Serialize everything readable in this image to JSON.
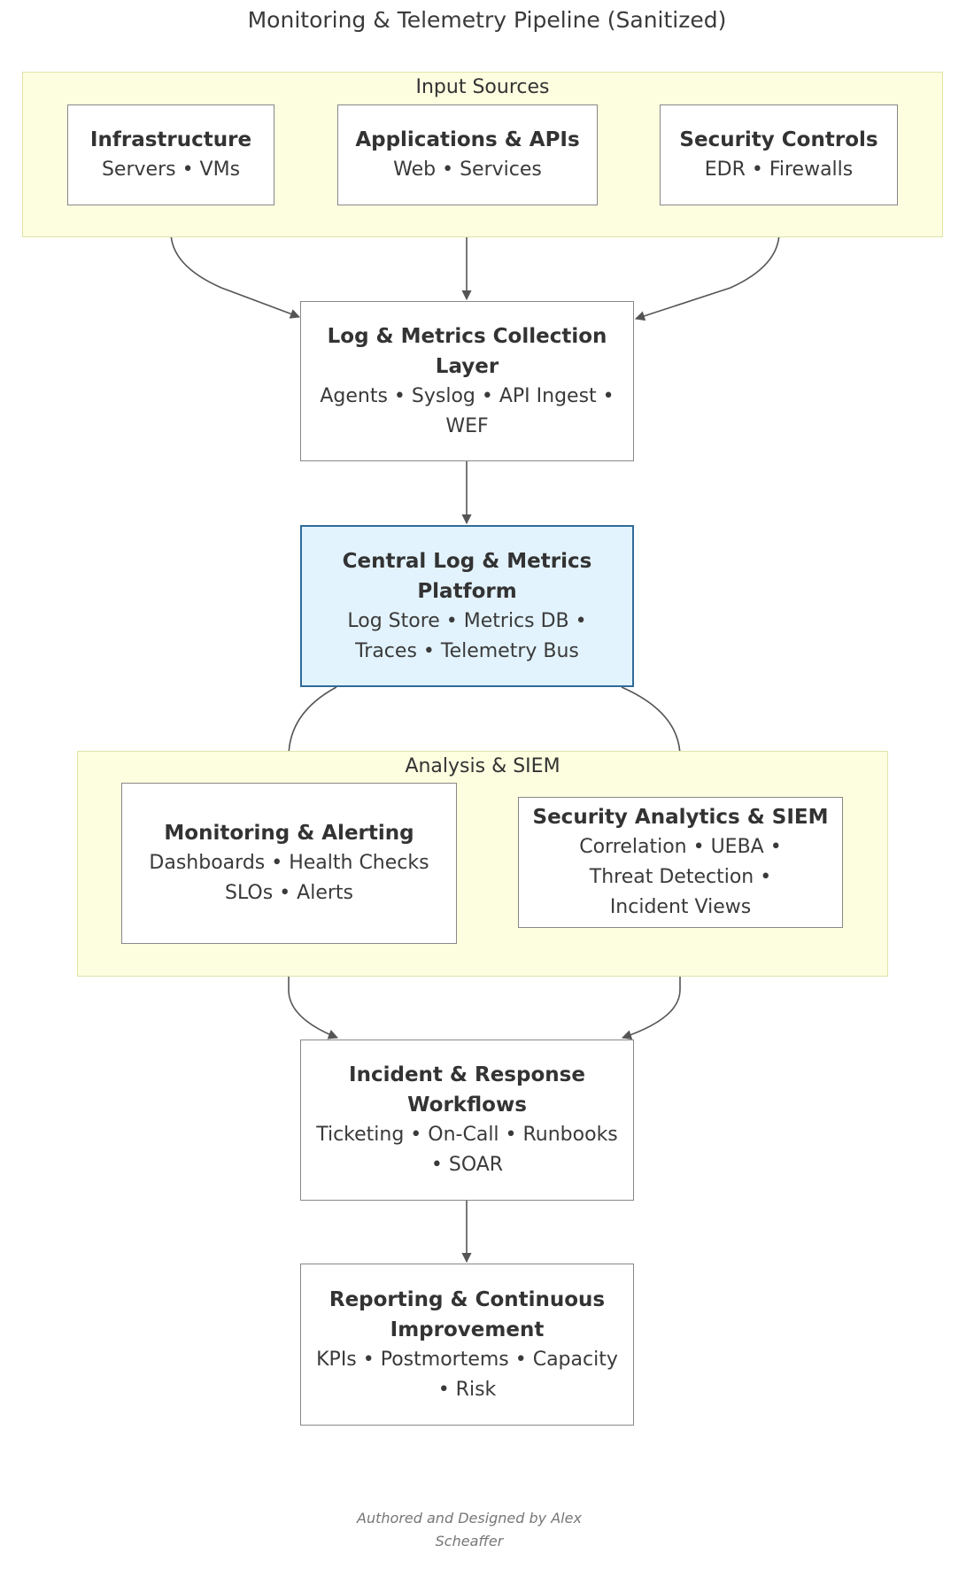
{
  "title": "Monitoring & Telemetry Pipeline (Sanitized)",
  "clusters": {
    "input": {
      "label": "Input Sources"
    },
    "analysis": {
      "label": "Analysis & SIEM"
    }
  },
  "nodes": {
    "infrastructure": {
      "title": "Infrastructure",
      "sub": "Servers • VMs"
    },
    "applications": {
      "title": "Applications & APIs",
      "sub": "Web • Services"
    },
    "security_controls": {
      "title": "Security Controls",
      "sub": "EDR • Firewalls"
    },
    "collection": {
      "title": "Log & Metrics Collection Layer",
      "sub": "Agents • Syslog • API Ingest • WEF"
    },
    "central": {
      "title": "Central Log & Metrics Platform",
      "sub": "Log Store • Metrics DB • Traces • Telemetry Bus"
    },
    "monitoring": {
      "title": "Monitoring & Alerting",
      "sub": "Dashboards • Health Checks\nSLOs • Alerts"
    },
    "security_analytics": {
      "title": "Security Analytics & SIEM",
      "sub": "Correlation • UEBA • Threat Detection • Incident Views"
    },
    "incident": {
      "title": "Incident & Response Workflows",
      "sub": "Ticketing • On-Call • Runbooks • SOAR"
    },
    "reporting": {
      "title": "Reporting & Continuous Improvement",
      "sub": "KPIs • Postmortems • Capacity • Risk"
    }
  },
  "edges": [
    {
      "from": "Infrastructure",
      "to": "Log & Metrics Collection Layer"
    },
    {
      "from": "Applications & APIs",
      "to": "Log & Metrics Collection Layer"
    },
    {
      "from": "Security Controls",
      "to": "Log & Metrics Collection Layer"
    },
    {
      "from": "Log & Metrics Collection Layer",
      "to": "Central Log & Metrics Platform"
    },
    {
      "from": "Central Log & Metrics Platform",
      "to": "Monitoring & Alerting"
    },
    {
      "from": "Central Log & Metrics Platform",
      "to": "Security Analytics & SIEM"
    },
    {
      "from": "Monitoring & Alerting",
      "to": "Incident & Response Workflows"
    },
    {
      "from": "Security Analytics & SIEM",
      "to": "Incident & Response Workflows"
    },
    {
      "from": "Incident & Response Workflows",
      "to": "Reporting & Continuous Improvement"
    }
  ],
  "footer": {
    "line1": "Authored and Designed by Alex",
    "line2": "Scheaffer"
  },
  "colors": {
    "cluster_fill": "#fdfde0",
    "central_fill": "#e2f3fd",
    "central_border": "#2f6b99",
    "edge": "#555555"
  }
}
